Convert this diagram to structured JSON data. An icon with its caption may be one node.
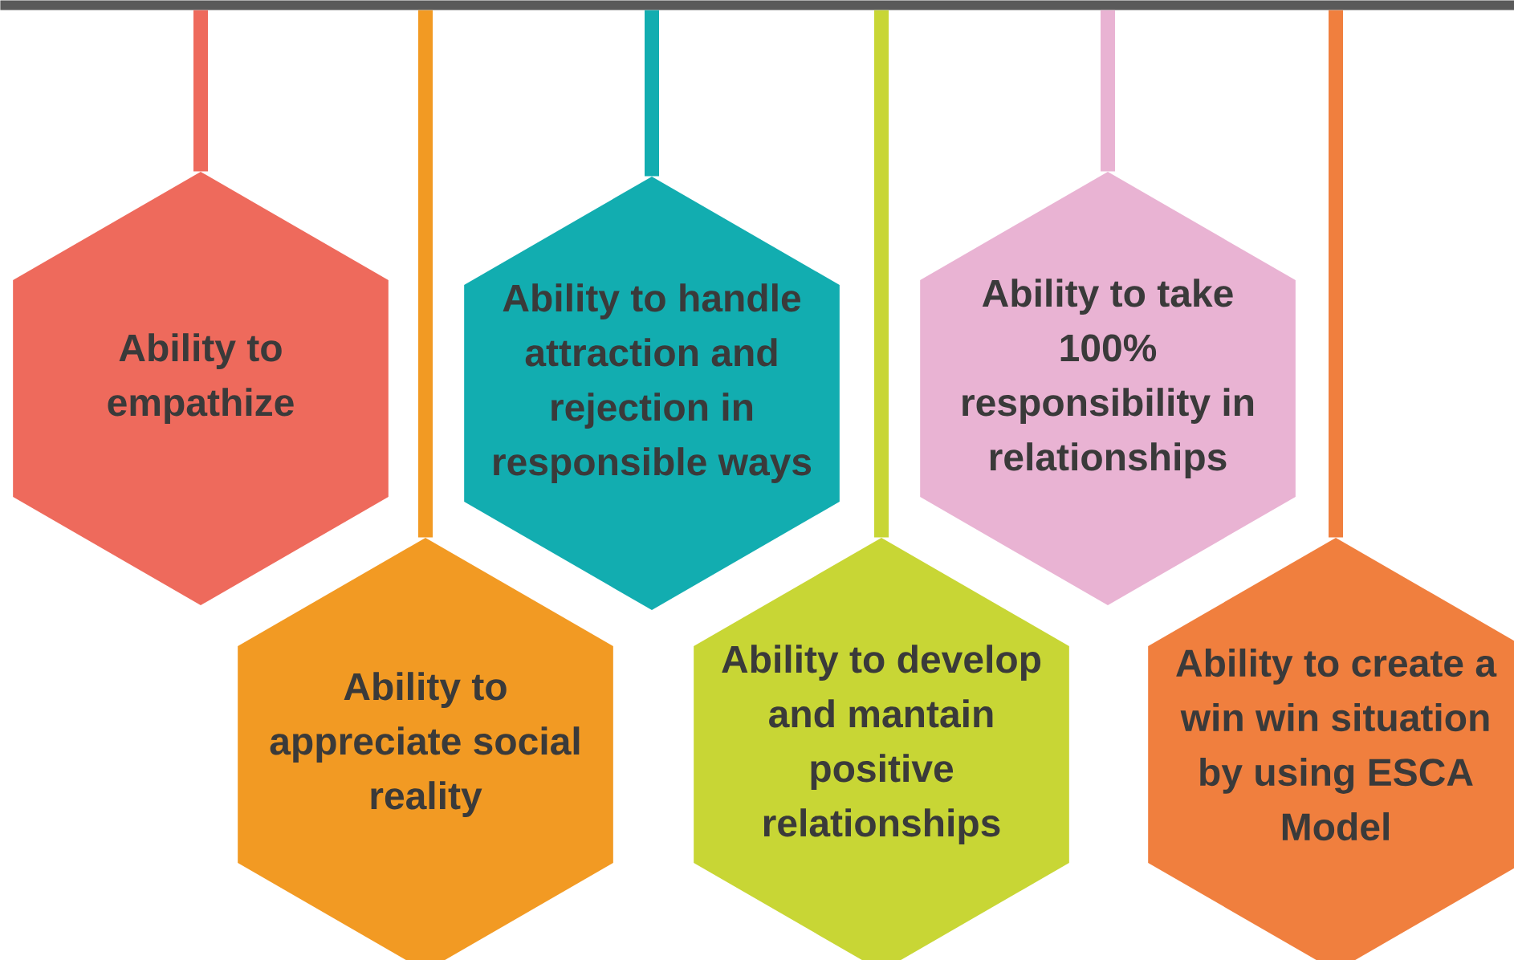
{
  "diagram": {
    "nodes": [
      {
        "text": [],
        "shape": "bar"
      },
      {
        "text": [
          "Ability to empathize"
        ]
      },
      {
        "text": [
          "Ability to appreciate social reality"
        ]
      },
      {
        "text": [
          "Ability to handle attraction and rejection in responsible ways"
        ]
      },
      {
        "text": [
          "Ability to develop and mantain positive relationships"
        ]
      },
      {
        "text": [
          "Ability to take 100% responsibility in relationships"
        ]
      },
      {
        "text": [
          "Ability to create a win win situation by using ESCA Model"
        ]
      }
    ],
    "edges": [
      {
        "from": 0,
        "to": 1,
        "arrow": "none",
        "color": "#ee6a5c"
      },
      {
        "from": 0,
        "to": 2,
        "arrow": "none",
        "color": "#f29a23"
      },
      {
        "from": 0,
        "to": 3,
        "arrow": "none",
        "color": "#12adb0"
      },
      {
        "from": 0,
        "to": 4,
        "arrow": "none",
        "color": "#c8d635"
      },
      {
        "from": 0,
        "to": 5,
        "arrow": "none",
        "color": "#e9b3d3"
      },
      {
        "from": 0,
        "to": 6,
        "arrow": "none",
        "color": "#f07f3e"
      }
    ]
  }
}
